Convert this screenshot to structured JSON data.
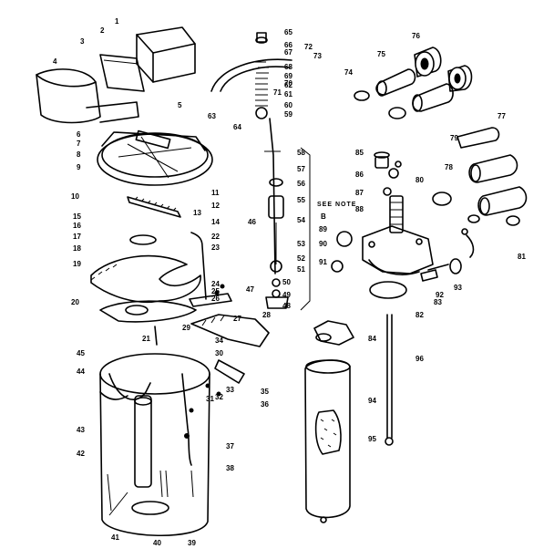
{
  "diagram": {
    "note_text": "SEE NOTE",
    "note_marker": "B",
    "callouts": [
      "1",
      "2",
      "3",
      "4",
      "5",
      "6",
      "7",
      "8",
      "9",
      "10",
      "11",
      "12",
      "13",
      "14",
      "15",
      "16",
      "17",
      "18",
      "19",
      "20",
      "21",
      "22",
      "23",
      "24",
      "25",
      "26",
      "27",
      "28",
      "29",
      "30",
      "31",
      "32",
      "33",
      "34",
      "35",
      "36",
      "37",
      "38",
      "39",
      "40",
      "41",
      "42",
      "43",
      "44",
      "45",
      "46",
      "47",
      "48",
      "49",
      "50",
      "51",
      "52",
      "53",
      "54",
      "55",
      "56",
      "57",
      "58",
      "59",
      "60",
      "61",
      "62",
      "63",
      "64",
      "65",
      "66",
      "67",
      "68",
      "69",
      "70",
      "71",
      "72",
      "73",
      "74",
      "75",
      "76",
      "77",
      "78",
      "79",
      "80",
      "81",
      "82",
      "83",
      "84",
      "85",
      "86",
      "87",
      "88",
      "89",
      "90",
      "91",
      "92",
      "93",
      "94",
      "95",
      "96"
    ]
  }
}
